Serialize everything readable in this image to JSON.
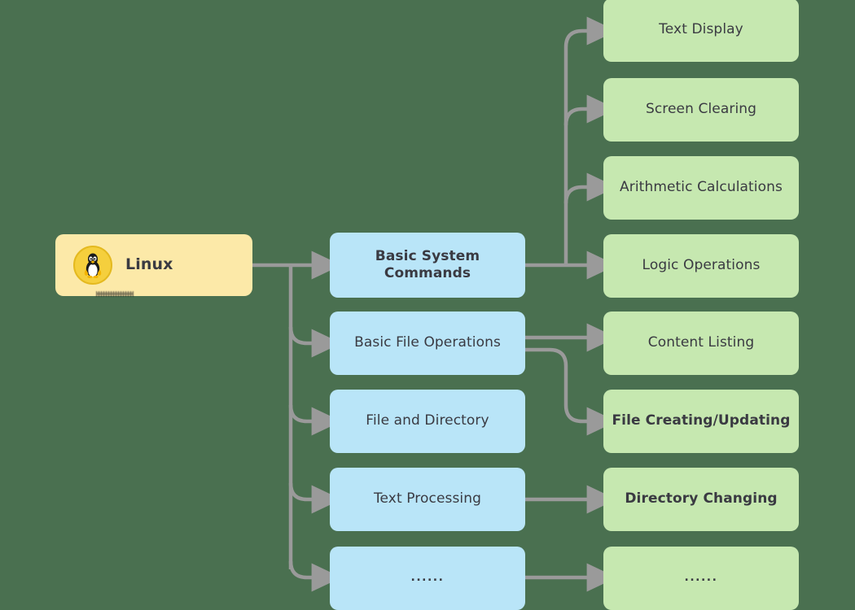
{
  "diagram": {
    "type": "tree-flowchart",
    "title": "Linux command taxonomy",
    "background_color": "#4a7050",
    "edge_color": "#9a9a9a",
    "colors": {
      "root_fill": "#fce9a8",
      "level1_fill": "#b9e5f8",
      "level2_fill": "#c6e8b0",
      "text": "#3a3a42"
    },
    "root": {
      "label": "Linux",
      "icon": "linux-penguin-icon"
    },
    "level1": [
      {
        "id": "basic-system-commands",
        "label": "Basic System Commands",
        "weight": "bold"
      },
      {
        "id": "basic-file-operations",
        "label": "Basic File Operations",
        "weight": "semibold"
      },
      {
        "id": "file-and-directory",
        "label": "File and Directory",
        "weight": "regular"
      },
      {
        "id": "text-processing",
        "label": "Text Processing",
        "weight": "semibold"
      },
      {
        "id": "level1-ellipsis",
        "label": "......",
        "weight": "regular"
      }
    ],
    "level2": [
      {
        "id": "text-display",
        "label": "Text Display",
        "weight": "semibold"
      },
      {
        "id": "screen-clearing",
        "label": "Screen Clearing",
        "weight": "semibold"
      },
      {
        "id": "arithmetic-calculations",
        "label": "Arithmetic Calculations",
        "weight": "semibold"
      },
      {
        "id": "logic-operations",
        "label": "Logic Operations",
        "weight": "semibold"
      },
      {
        "id": "content-listing",
        "label": "Content Listing",
        "weight": "semibold"
      },
      {
        "id": "file-creating-updating",
        "label": "File Creating/Updating",
        "weight": "bold"
      },
      {
        "id": "directory-changing",
        "label": "Directory Changing",
        "weight": "bold"
      },
      {
        "id": "level2-ellipsis",
        "label": "......",
        "weight": "regular"
      }
    ],
    "edges": [
      {
        "from": "Linux",
        "to": "Basic System Commands"
      },
      {
        "from": "Linux",
        "to": "Basic File Operations"
      },
      {
        "from": "Linux",
        "to": "File and Directory"
      },
      {
        "from": "Linux",
        "to": "Text Processing"
      },
      {
        "from": "Linux",
        "to": "......"
      },
      {
        "from": "Basic System Commands",
        "to": "Text Display"
      },
      {
        "from": "Basic System Commands",
        "to": "Screen Clearing"
      },
      {
        "from": "Basic System Commands",
        "to": "Arithmetic Calculations"
      },
      {
        "from": "Basic System Commands",
        "to": "Logic Operations"
      },
      {
        "from": "Basic File Operations",
        "to": "Content Listing"
      },
      {
        "from": "Basic File Operations",
        "to": "File Creating/Updating"
      },
      {
        "from": "Text Processing",
        "to": "Directory Changing"
      },
      {
        "from": "......",
        "to": "......"
      }
    ]
  }
}
